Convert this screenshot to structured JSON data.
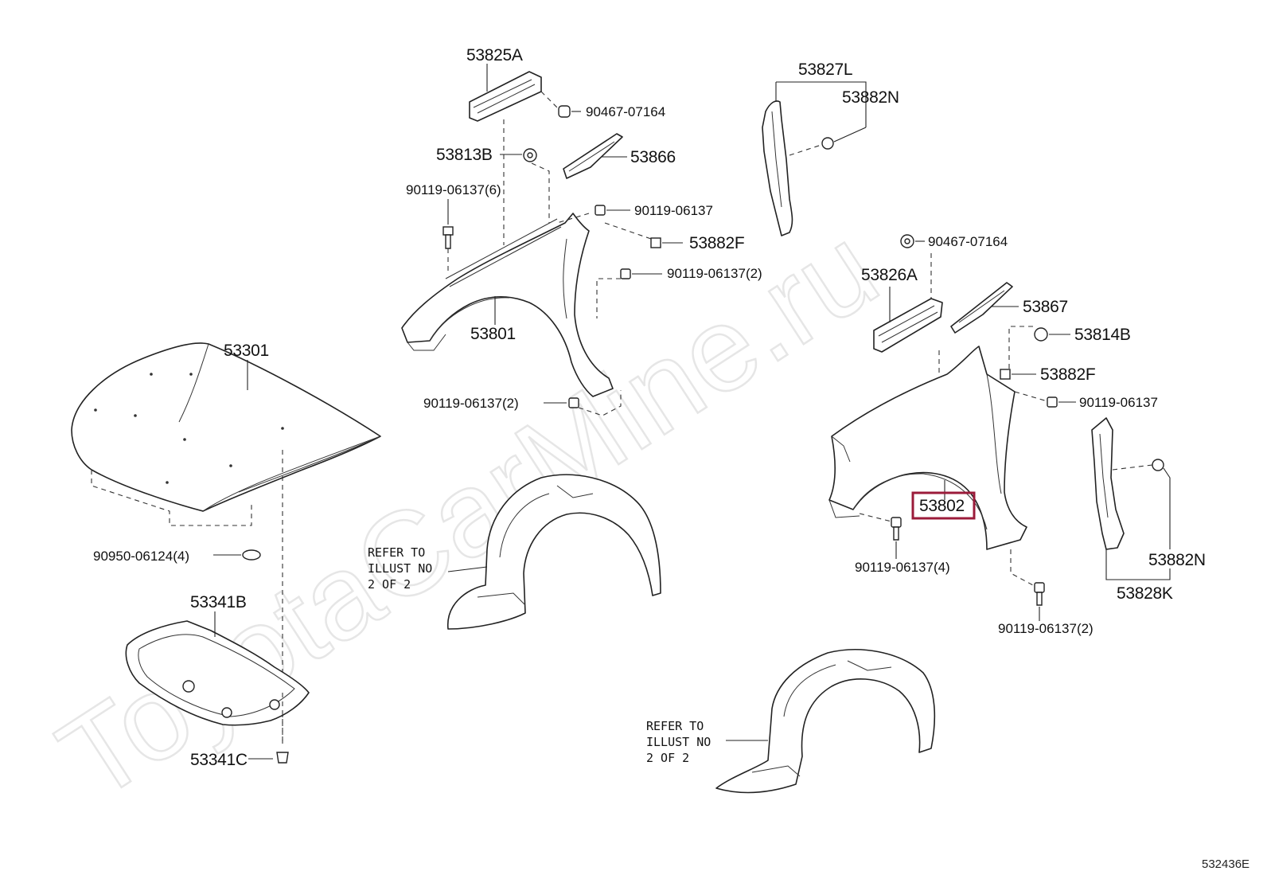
{
  "watermark": "ToyotaCarMine.ru",
  "diagram_code": "532436E",
  "selected_part": "53802",
  "highlight_color": "#9b1b3a",
  "refer_note": {
    "line1": "REFER TO",
    "line2": "ILLUST NO",
    "line3": "2 OF 2"
  },
  "callouts": {
    "c53825A": "53825A",
    "c90467_07164_a": "90467-07164",
    "c53813B": "53813B",
    "c53866": "53866",
    "c90119_06137_6": "90119-06137(6)",
    "c90119_06137_a": "90119-06137",
    "c53882F_a": "53882F",
    "c90119_06137_2a": "90119-06137(2)",
    "c53801": "53801",
    "c90119_06137_2b": "90119-06137(2)",
    "c53301": "53301",
    "c90950_06124_4": "90950-06124(4)",
    "c53341B": "53341B",
    "c53341C": "53341C",
    "c53827L": "53827L",
    "c53882N_a": "53882N",
    "c90467_07164_b": "90467-07164",
    "c53826A": "53826A",
    "c53867": "53867",
    "c53814B": "53814B",
    "c53882F_b": "53882F",
    "c90119_06137_b": "90119-06137",
    "c53802": "53802",
    "c90119_06137_4": "90119-06137(4)",
    "c90119_06137_2c": "90119-06137(2)",
    "c53882N_b": "53882N",
    "c53828K": "53828K"
  }
}
